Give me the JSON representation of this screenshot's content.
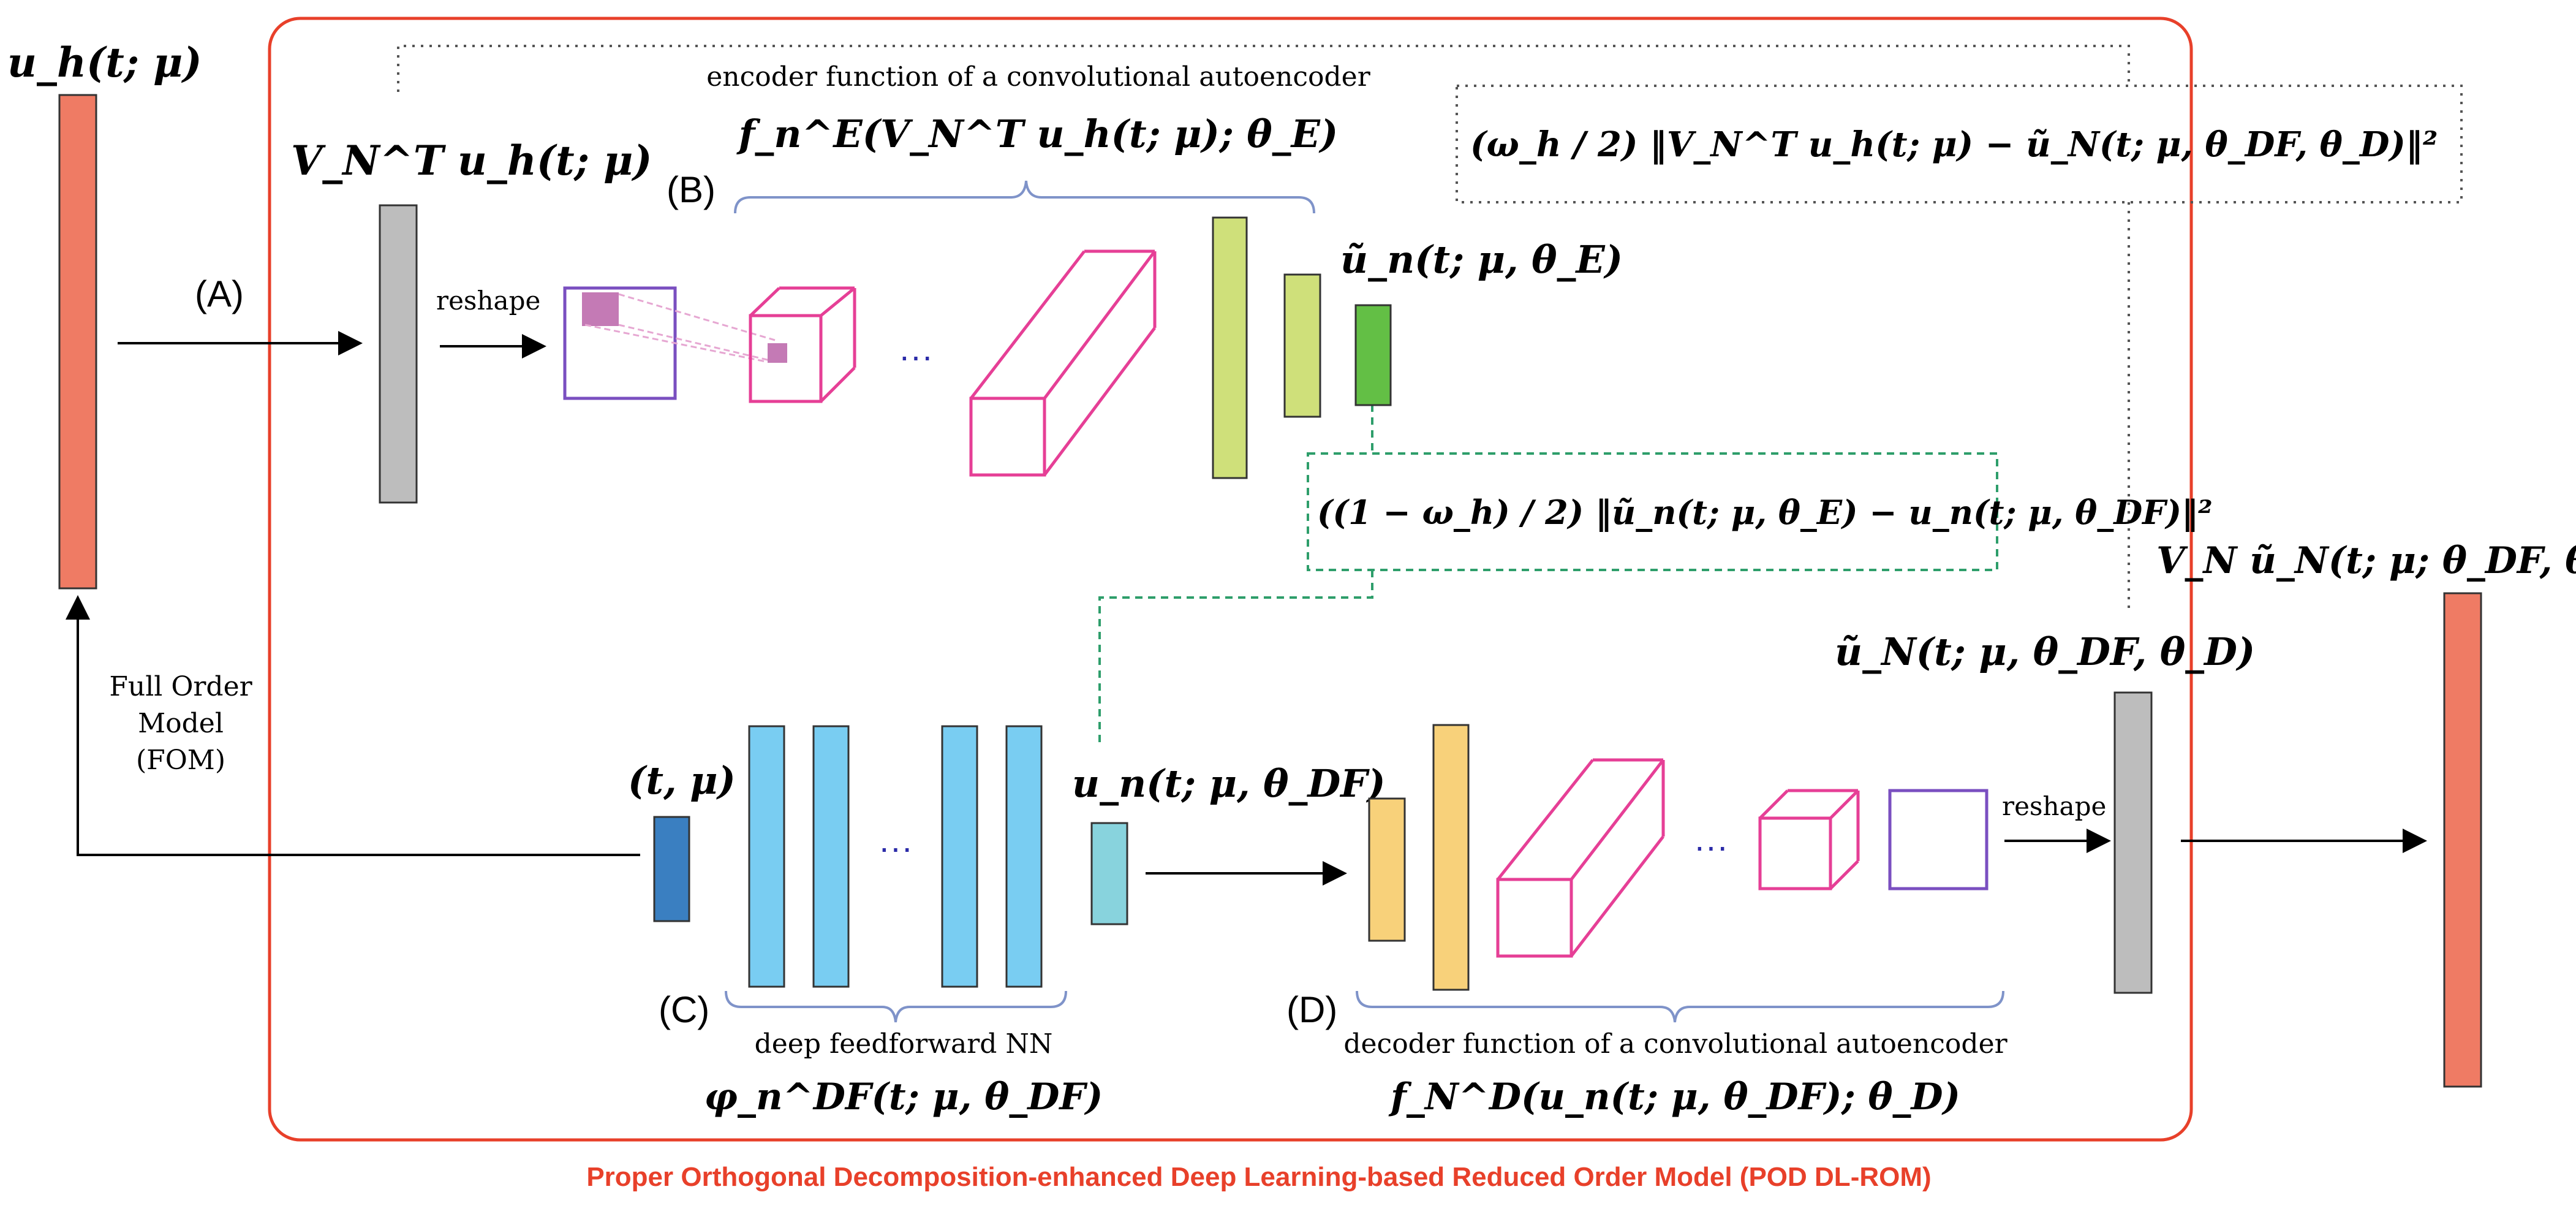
{
  "colors": {
    "frame": "#e8402a",
    "orange_bar": "#ef7b64",
    "grey_bar": "#bdbdbd",
    "purple": "#7a4fc0",
    "magenta": "#e63f96",
    "pink_patch": "#c47ab5",
    "light_green": "#cfe07a",
    "dark_green": "#63bf45",
    "green_dash": "#2e9e6b",
    "blue_input": "#3a7fc1",
    "light_blue": "#79cdf2",
    "teal": "#88d3dd",
    "yellow": "#f8d17a",
    "brace_blue": "#7f93c9",
    "dots_blue": "#2b2ba8",
    "title_red": "#e8402a"
  },
  "labels": {
    "uh": "u_h(t; μ)",
    "vnt_uh": "V_N^T u_h(t; μ)",
    "tag_a": "(A)",
    "tag_b": "(B)",
    "tag_c": "(C)",
    "tag_d": "(D)",
    "reshape_top": "reshape",
    "reshape_bottom": "reshape",
    "encoder_text": "encoder function of a convolutional autoencoder",
    "encoder_formula": "f_n^E(V_N^T u_h(t; μ); θ_E)",
    "un_enc": "ũ_n(t; μ, θ_E)",
    "loss_top": "(ω_h / 2) ‖V_N^T u_h(t; μ) − ũ_N(t; μ, θ_DF, θ_D)‖²",
    "loss_mid": "((1 − ω_h) / 2) ‖ũ_n(t; μ, θ_E) − u_n(t; μ, θ_DF)‖²",
    "fom_1": "Full Order",
    "fom_2": "Model",
    "fom_3": "(FOM)",
    "t_mu": "(t, μ)",
    "un_df": "u_n(t; μ, θ_DF)",
    "ffnn_text": "deep feedforward NN",
    "ffnn_formula": "φ_n^DF(t; μ, θ_DF)",
    "decoder_text": "decoder function of a convolutional autoencoder",
    "decoder_formula": "f_N^D(u_n(t; μ, θ_DF); θ_D)",
    "uN_dec": "ũ_N(t; μ, θ_DF, θ_D)",
    "output": "V_N ũ_N(t; μ; θ_DF, θ_D)",
    "ellipsis": "···",
    "title": "Proper Orthogonal Decomposition-enhanced Deep Learning-based Reduced Order Model (POD DL-ROM)"
  }
}
